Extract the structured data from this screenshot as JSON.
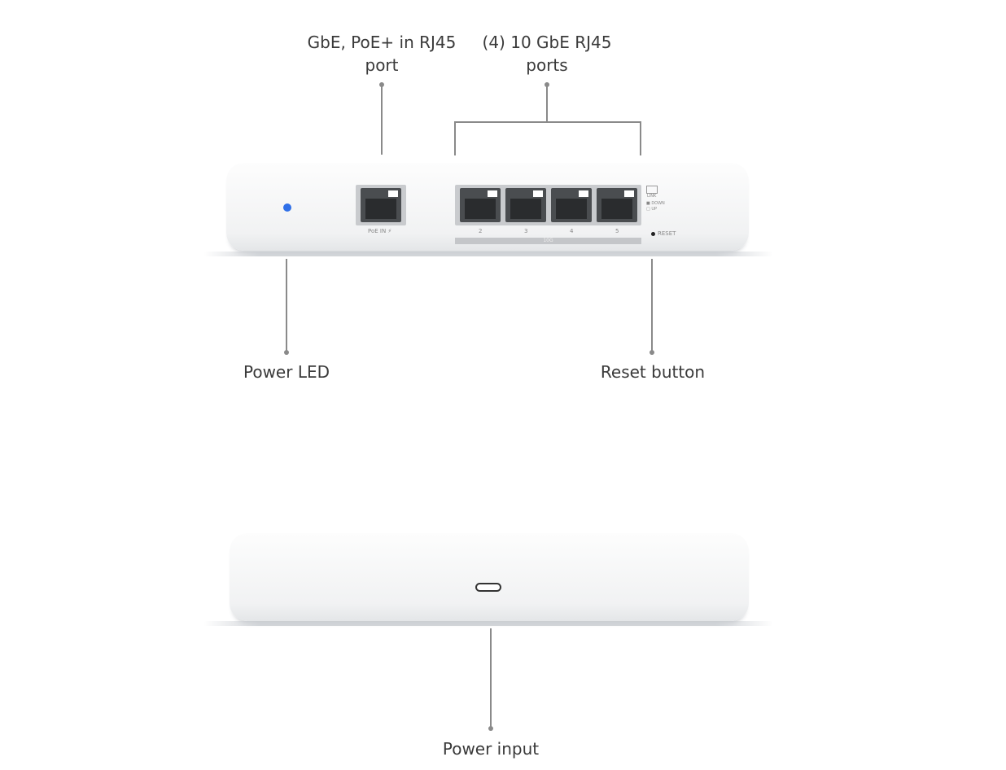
{
  "callouts": {
    "poe_port": "GbE, PoE+ in RJ45\nport",
    "ten_gbe_ports": "(4) 10 GbE RJ45\nports",
    "power_led": "Power LED",
    "reset_button": "Reset button",
    "power_input": "Power input"
  },
  "device_labels": {
    "poe_in": "PoE IN ⚡",
    "port_numbers": [
      "2",
      "3",
      "4",
      "5"
    ],
    "speed_bar": "10G",
    "link": "LINK",
    "down": "DOWN",
    "up": "UP",
    "reset": "RESET"
  },
  "colors": {
    "power_led": "#2f6fe8"
  }
}
